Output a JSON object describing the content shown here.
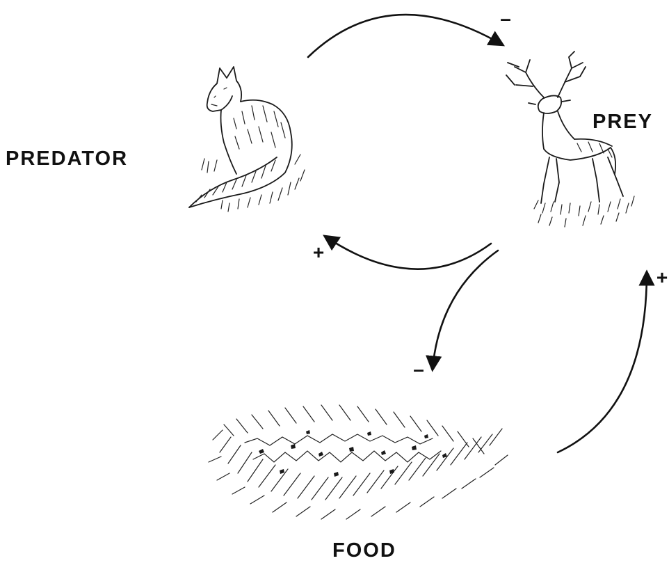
{
  "nodes": {
    "predator": {
      "label": "PREDATOR"
    },
    "prey": {
      "label": "PREY"
    },
    "food": {
      "label": "FOOD"
    }
  },
  "edges": [
    {
      "from": "predator",
      "to": "prey",
      "sign": "–"
    },
    {
      "from": "prey",
      "to": "predator",
      "sign": "+"
    },
    {
      "from": "prey",
      "to": "food",
      "sign": "–"
    },
    {
      "from": "food",
      "to": "prey",
      "sign": "+"
    }
  ],
  "colors": {
    "ink": "#111111",
    "background": "#ffffff"
  }
}
